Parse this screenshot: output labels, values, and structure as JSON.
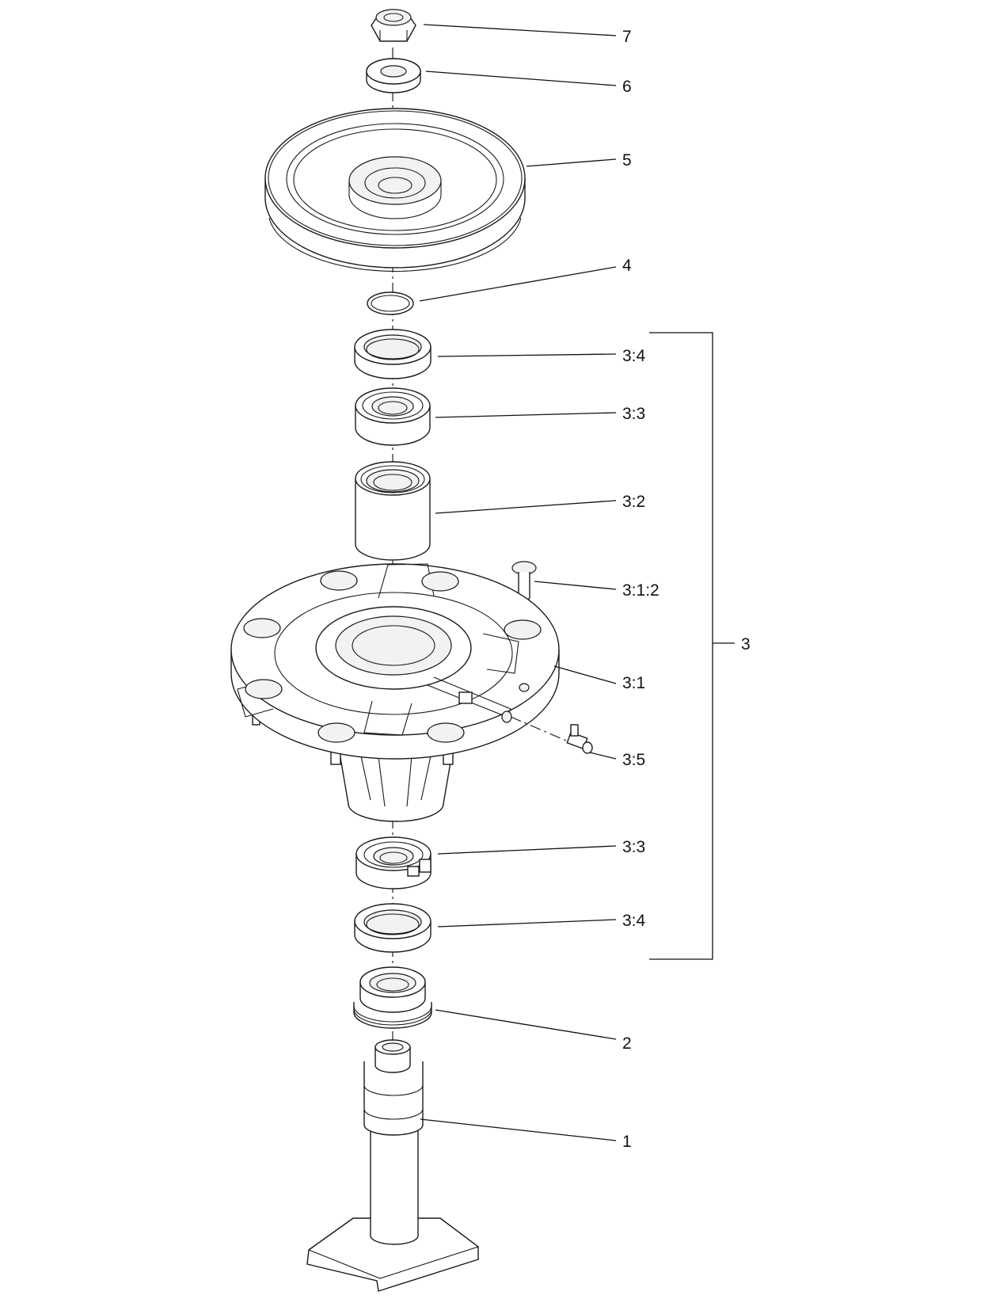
{
  "callouts": {
    "c7": "7",
    "c6": "6",
    "c5": "5",
    "c4": "4",
    "c3_4_top": "3:4",
    "c3_3_top": "3:3",
    "c3_2": "3:2",
    "c3_1_2": "3:1:2",
    "c3": "3",
    "c3_1": "3:1",
    "c3_5": "3:5",
    "c3_3_bottom": "3:3",
    "c3_4_bottom": "3:4",
    "c2": "2",
    "c1": "1"
  }
}
